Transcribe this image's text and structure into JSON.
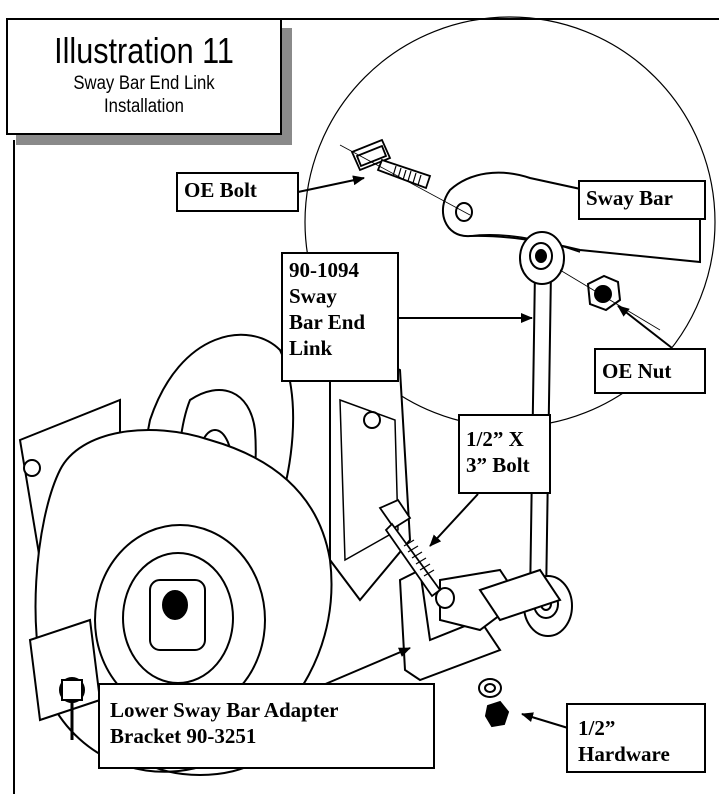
{
  "title": {
    "main": "Illustration 11",
    "sub_line1": "Sway Bar End Link",
    "sub_line2": "Installation"
  },
  "callouts": {
    "oe_bolt": "OE Bolt",
    "sway_bar": "Sway Bar",
    "end_link_1": "90-1094",
    "end_link_2": "Sway",
    "end_link_3": "Bar End",
    "end_link_4": "Link",
    "oe_nut": "OE Nut",
    "bolt_1": "1/2” X",
    "bolt_2": "3” Bolt",
    "bracket_1": "Lower Sway Bar Adapter",
    "bracket_2": "Bracket 90-3251",
    "hardware_1": "1/2”",
    "hardware_2": "Hardware"
  }
}
